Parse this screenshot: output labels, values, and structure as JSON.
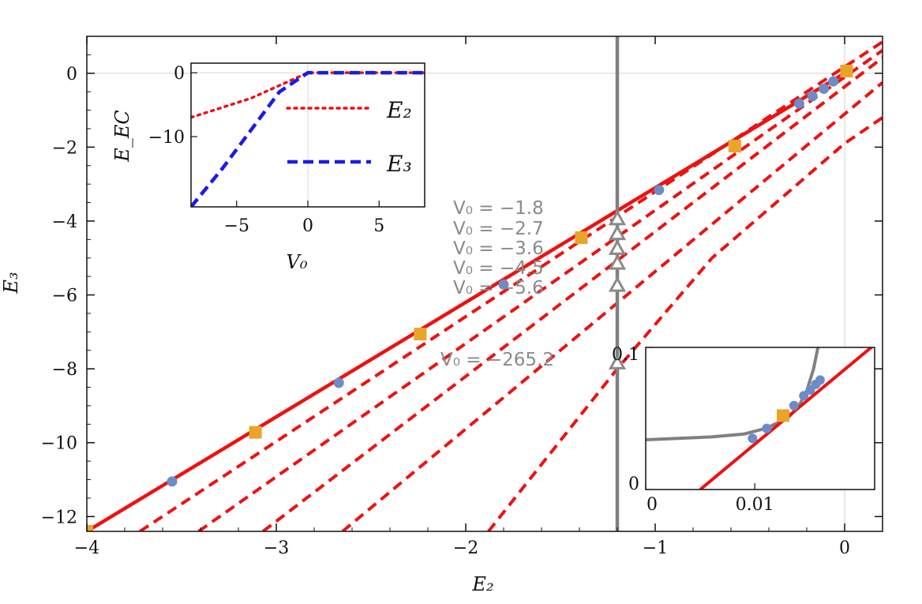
{
  "chart_data": [
    {
      "type": "line",
      "xlabel": "E₂",
      "ylabel": "E₃",
      "xlim": [
        -4.0,
        0.2
      ],
      "ylim": [
        -12.4,
        1.0
      ],
      "x_ticks": [
        -4,
        -3,
        -2,
        -1,
        0
      ],
      "x_tick_labels": [
        "−4",
        "−3",
        "−2",
        "−1",
        "0"
      ],
      "y_ticks": [
        0,
        -2,
        -4,
        -6,
        -8,
        -10,
        -12
      ],
      "y_tick_labels": [
        "0",
        "−2",
        "−4",
        "−6",
        "−8",
        "−10",
        "−12"
      ],
      "colors": {
        "red": "#ee1111",
        "gray": "#808080",
        "blue_marker": "#6b8cc7",
        "orange_marker": "#e8a52a"
      },
      "solid_line": {
        "color": "#ee1111",
        "points": [
          [
            -4.0,
            -12.4
          ],
          [
            0.0,
            0.0
          ]
        ]
      },
      "dashed_lines": [
        {
          "color": "#ee1111",
          "points": [
            [
              -3.72,
              -12.4
            ],
            [
              0.2,
              0.85
            ]
          ]
        },
        {
          "color": "#ee1111",
          "points": [
            [
              -3.41,
              -12.4
            ],
            [
              0.2,
              0.62
            ]
          ]
        },
        {
          "color": "#ee1111",
          "points": [
            [
              -3.07,
              -12.4
            ],
            [
              0.2,
              0.42
            ]
          ]
        },
        {
          "color": "#ee1111",
          "points": [
            [
              -2.65,
              -12.4
            ],
            [
              0.2,
              -0.25
            ]
          ]
        },
        {
          "color": "#ee1111",
          "points": [
            [
              -1.88,
              -12.4
            ],
            [
              -1.2,
              -8.0
            ],
            [
              -0.7,
              -5.0
            ],
            [
              0.0,
              -1.9
            ],
            [
              0.2,
              -1.2
            ]
          ]
        }
      ],
      "vertical_line": {
        "x": -1.2,
        "color": "#808080"
      },
      "blue_points": [
        [
          -3.55,
          -11.05
        ],
        [
          -2.67,
          -8.38
        ],
        [
          -1.8,
          -5.72
        ],
        [
          -0.98,
          -3.16
        ],
        [
          -0.24,
          -0.82
        ],
        [
          -0.17,
          -0.62
        ],
        [
          -0.11,
          -0.42
        ],
        [
          -0.06,
          -0.22
        ]
      ],
      "orange_points": [
        [
          -4.0,
          -12.4
        ],
        [
          -3.11,
          -9.72
        ],
        [
          -2.24,
          -7.06
        ],
        [
          -1.39,
          -4.45
        ],
        [
          -0.58,
          -1.97
        ],
        [
          0.01,
          0.06
        ]
      ],
      "triangles": [
        {
          "x": -1.2,
          "y": -3.95,
          "label": "V₀ = −1.8"
        },
        {
          "x": -1.2,
          "y": -4.35,
          "label": "V₀ = −2.7"
        },
        {
          "x": -1.2,
          "y": -4.75,
          "label": "V₀ = −3.6"
        },
        {
          "x": -1.2,
          "y": -5.15,
          "label": "V₀ = −4.5"
        },
        {
          "x": -1.2,
          "y": -5.75,
          "label": "V₀ = −5.6"
        },
        {
          "x": -1.2,
          "y": -7.85,
          "label": "V₀ = −265.2"
        }
      ]
    },
    {
      "type": "line",
      "xlabel": "V₀",
      "ylabel": "E_EC",
      "xlim": [
        -8.2,
        8.2
      ],
      "ylim": [
        -21,
        1.5
      ],
      "x_tick_labels": [
        "−5",
        "0",
        "5"
      ],
      "y_tick_labels": [
        "0",
        "−10"
      ],
      "series": [
        {
          "name": "E₂",
          "color": "#ee1111",
          "style": "dotted",
          "x": [
            -8.2,
            -4.0,
            -2.0,
            0.0,
            8.2
          ],
          "y": [
            -7.0,
            -4.0,
            -2.0,
            0.0,
            0.0
          ]
        },
        {
          "name": "E₃",
          "color": "#1a1aee",
          "style": "dashed",
          "x": [
            -8.2,
            -6.0,
            -4.0,
            -2.0,
            0.0,
            8.2
          ],
          "y": [
            -21.0,
            -15.0,
            -9.0,
            -3.0,
            0.0,
            0.0
          ]
        }
      ]
    },
    {
      "type": "line",
      "xlim": [
        0.0,
        0.021
      ],
      "ylim": [
        0.0,
        0.1
      ],
      "x_tick_labels": [
        "0",
        "0.01"
      ],
      "y_tick_labels": [
        "0.1",
        "0"
      ],
      "red_line": {
        "color": "#ee1111",
        "points": [
          [
            0.005,
            0.0
          ],
          [
            0.021,
            0.102
          ]
        ]
      },
      "gray_curve": {
        "color": "#808080",
        "points": [
          [
            0.0,
            0.035
          ],
          [
            0.006,
            0.037
          ],
          [
            0.009,
            0.039
          ],
          [
            0.011,
            0.043
          ],
          [
            0.013,
            0.05
          ],
          [
            0.014,
            0.058
          ],
          [
            0.0148,
            0.07
          ],
          [
            0.0154,
            0.085
          ],
          [
            0.0158,
            0.1
          ]
        ]
      },
      "blue_points": [
        [
          0.0098,
          0.036
        ],
        [
          0.0111,
          0.043
        ],
        [
          0.0136,
          0.059
        ],
        [
          0.0145,
          0.066
        ],
        [
          0.0151,
          0.07
        ],
        [
          0.0156,
          0.074
        ],
        [
          0.016,
          0.077
        ]
      ],
      "orange_point": [
        0.0126,
        0.052
      ]
    }
  ]
}
